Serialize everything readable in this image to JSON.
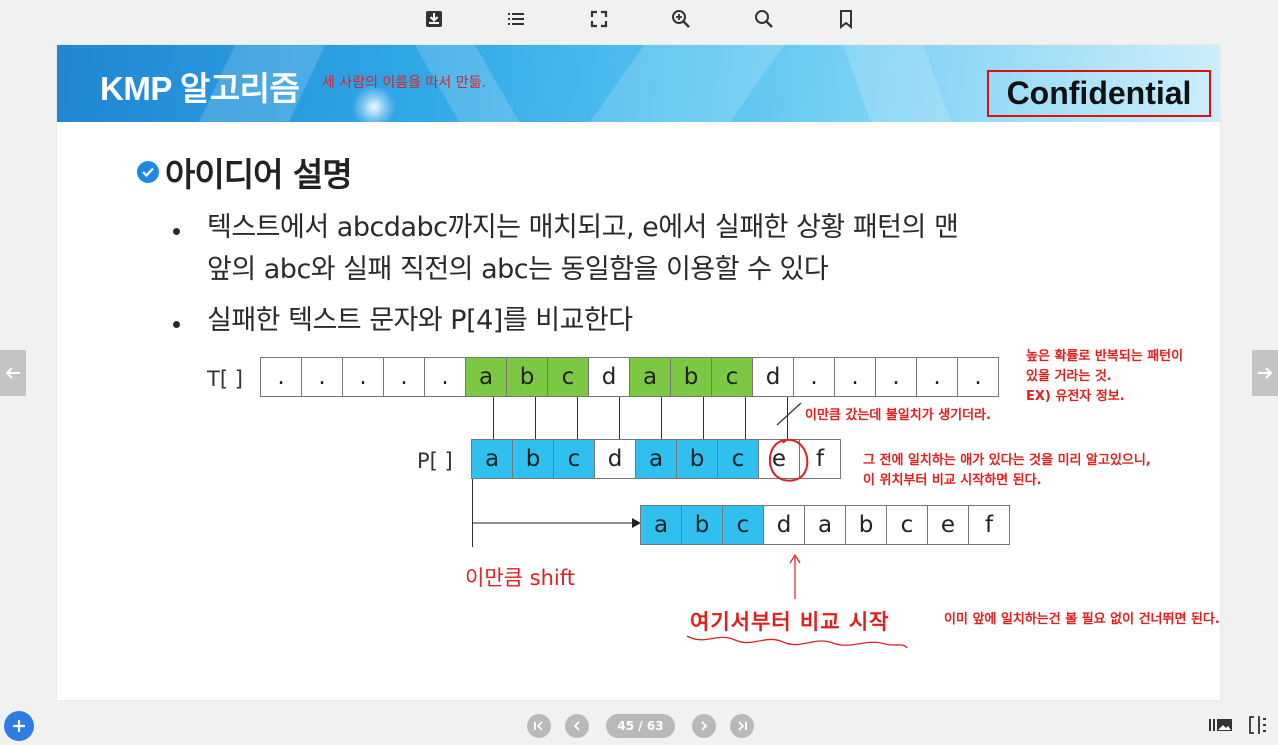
{
  "toolbar": {
    "icons": [
      "download-icon",
      "list-icon",
      "fullscreen-icon",
      "zoom-in-icon",
      "search-icon",
      "bookmark-icon"
    ]
  },
  "slide": {
    "title": "KMP 알고리즘",
    "title_note": "세 사람의 이름을 따서 만듦.",
    "confidential": "Confidential",
    "heading": "아이디어 설명",
    "bullets": [
      {
        "line1": "텍스트에서 abcdabc까지는 매치되고, e에서 실패한 상황 패턴의 맨",
        "line2": "앞의 abc와 실패 직전의 abc는 동일함을 이용할 수 있다"
      },
      {
        "line1": "실패한 텍스트 문자와 P[4]를 비교한다"
      }
    ],
    "diagram": {
      "t_label": "T[ ]",
      "p_label": "P[ ]",
      "t_cells": [
        ".",
        ".",
        ".",
        ".",
        ".",
        "a",
        "b",
        "c",
        "d",
        "a",
        "b",
        "c",
        "d",
        ".",
        ".",
        ".",
        ".",
        "."
      ],
      "p_cells": [
        "a",
        "b",
        "c",
        "d",
        "a",
        "b",
        "c",
        "e",
        "f"
      ],
      "shifted_cells": [
        "a",
        "b",
        "c",
        "d",
        "a",
        "b",
        "c",
        "e",
        "f"
      ],
      "shift_label": "이만큼 shift",
      "start_label": "여기서부터 비교 시작",
      "note_repeat_1": "높은 확률로 반복되는 패턴이",
      "note_repeat_2": "있을 거라는 것.",
      "note_repeat_3": "EX) 유전자 정보.",
      "note_mismatch": "이만큼 갔는데 불일치가 생기더라.",
      "note_known_1": "그 전에 일치하는 애가 있다는 것을 미리 알고있으니,",
      "note_known_2": "이 위치부터 비교 시작하면 된다.",
      "note_skip": "이미 앞에 일치하는건 볼 필요 없이 건너뛰면 된다."
    },
    "colors": {
      "match_green": "#7dc843",
      "pattern_blue": "#2fc0f0",
      "annotation_red": "#e02020"
    }
  },
  "pager": {
    "current": "45 / 63"
  }
}
